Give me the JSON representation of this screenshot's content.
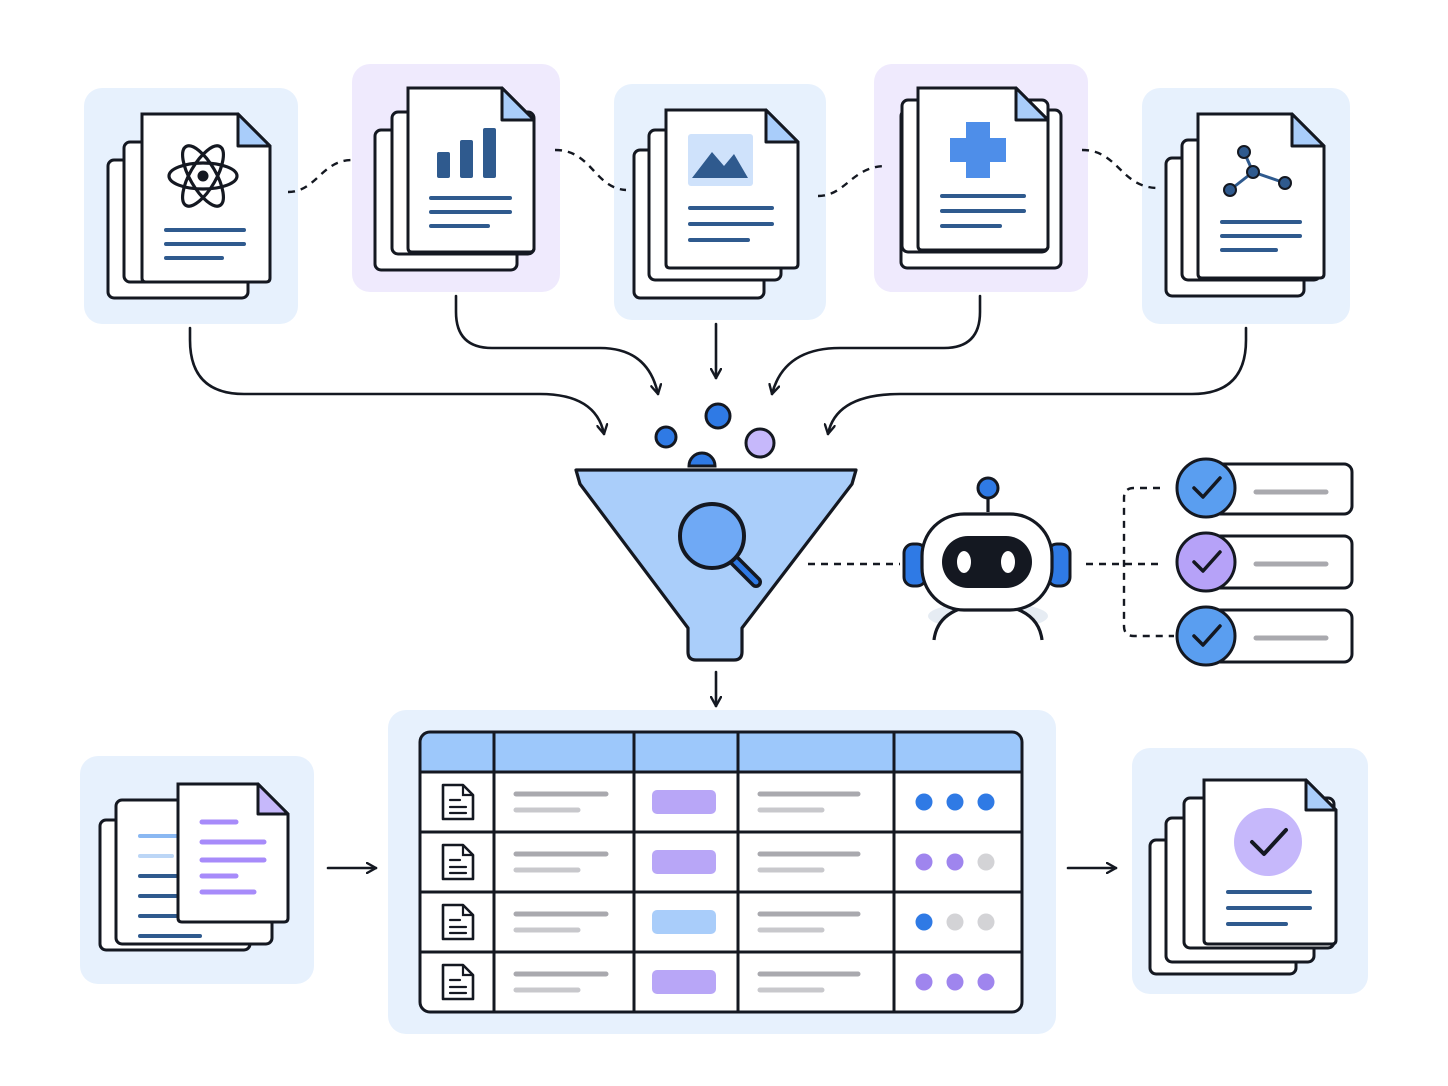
{
  "colors": {
    "ink": "#141821",
    "navy": "#2f5a8e",
    "blue": "#2f7ae5",
    "blue_light": "#a9cdfa",
    "blue_bg": "#e7f1fd",
    "purple": "#a78bfa",
    "purple_light": "#c6b8fb",
    "purple_bg": "#efeafd",
    "grey_line": "#a9a9ae",
    "grey_dot": "#d3d3d6",
    "header_fill": "#9dc8fb",
    "funnel_fill": "#aacefa"
  },
  "sources": [
    {
      "icon": "atom-icon",
      "tint": "blue"
    },
    {
      "icon": "bar-chart-icon",
      "tint": "purple"
    },
    {
      "icon": "image-icon",
      "tint": "blue"
    },
    {
      "icon": "medical-cross-icon",
      "tint": "purple"
    },
    {
      "icon": "network-graph-icon",
      "tint": "blue"
    }
  ],
  "funnel": {
    "icon": "magnifier-icon"
  },
  "agent": {
    "icon": "robot-icon"
  },
  "checklist": [
    {
      "state": "checked",
      "color": "blue"
    },
    {
      "state": "checked",
      "color": "purple"
    },
    {
      "state": "checked",
      "color": "blue"
    }
  ],
  "table": {
    "columns": 5,
    "rows": [
      {
        "icon": "document-icon",
        "tag_color": "purple",
        "dots": [
          "blue",
          "blue",
          "blue"
        ]
      },
      {
        "icon": "document-icon",
        "tag_color": "purple",
        "dots": [
          "purple",
          "purple",
          "grey"
        ]
      },
      {
        "icon": "document-icon",
        "tag_color": "blue",
        "dots": [
          "blue",
          "grey",
          "grey"
        ]
      },
      {
        "icon": "document-icon",
        "tag_color": "purple",
        "dots": [
          "purple",
          "purple",
          "purple"
        ]
      }
    ]
  },
  "input_docs": {
    "icon": "document-stack-icon"
  },
  "output_doc": {
    "icon": "verified-document-icon",
    "state": "approved"
  }
}
